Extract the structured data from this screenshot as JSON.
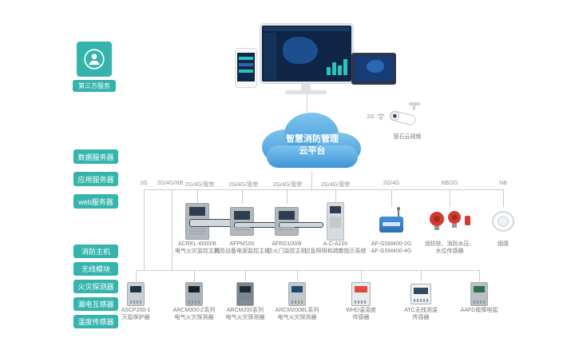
{
  "colors": {
    "teal_accent": "#35b4ab",
    "cloud_blue_top": "#7ec4ee",
    "cloud_blue_bottom": "#3d95d8",
    "line_gray": "#c9cdd1",
    "device_red": "#d63a2e",
    "device_blue": "#3a8bd8"
  },
  "icons": {
    "person": "person-icon",
    "monitor": "monitor-icon",
    "phone": "phone-icon",
    "tablet": "tablet-icon",
    "cloud": "cloud-icon",
    "wifi": "wifi-signal-icon",
    "camera": "cctv-camera-icon"
  },
  "sidebar": {
    "third_party": "第三方服务",
    "servers": [
      "数据服务器",
      "应用服务器",
      "web服务器"
    ],
    "devices": [
      "消防主机",
      "无线模块",
      "火灾探测器",
      "漏电互感器",
      "温度传感器"
    ]
  },
  "cloud": {
    "line1": "智慧消防管理",
    "line2": "云平台"
  },
  "camera": {
    "conn": "2G",
    "label": "萤石云视频"
  },
  "trunk": [
    "2G",
    "2G/4G/NB"
  ],
  "middle_row": [
    {
      "conn": "2G/4G/宽带",
      "model": "ACREL-6000/B",
      "desc": "电气火灾监控主机"
    },
    {
      "conn": "2G/4G/宽带",
      "model": "AFPM100",
      "desc": "消防设备电源监控主机"
    },
    {
      "conn": "2G/4G/宽带",
      "model": "AFRD100/B",
      "desc": "防火门监控主机"
    },
    {
      "conn": "2G/4G/宽带",
      "model": "A-C-A100",
      "desc": "应急照明和疏散指示系统"
    },
    {
      "conn": "2G/4G",
      "model": "AF-GSM400-2G",
      "desc": "AF-GSM400-4G"
    },
    {
      "conn": "NB/2G",
      "model": "消防栓、消防水压、",
      "desc": "水位传感器"
    },
    {
      "conn": "NB",
      "model": "烟感",
      "desc": ""
    }
  ],
  "bottom_row": [
    {
      "model": "ASCP200-1",
      "desc": "灭弧保护器"
    },
    {
      "model": "ARCM300-Z系列",
      "desc": "电气火灾探测器"
    },
    {
      "model": "ARCM200系列",
      "desc": "电气火灾探测器"
    },
    {
      "model": "ARCM200BL系列",
      "desc": "电气火灾探测器"
    },
    {
      "model": "WHD温湿度",
      "desc": "传感器"
    },
    {
      "model": "ATC无线测温",
      "desc": "传感器"
    },
    {
      "model": "AAFD故障电弧",
      "desc": ""
    }
  ]
}
